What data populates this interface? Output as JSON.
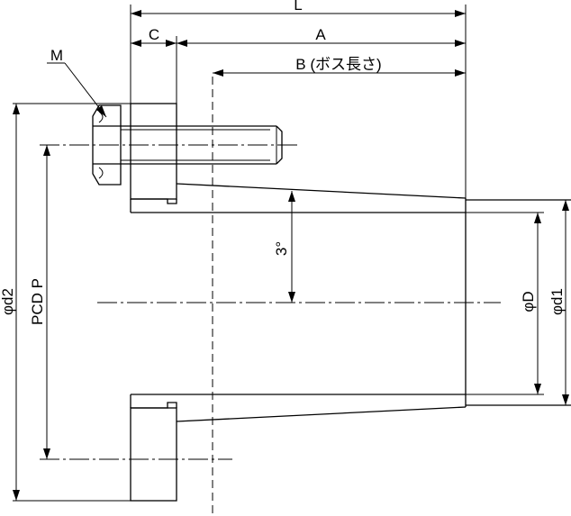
{
  "labels": {
    "L": "L",
    "C": "C",
    "A": "A",
    "B": "B (ボス長さ)",
    "M": "M",
    "d2": "φd2",
    "pcd": "PCD P",
    "angle": "3°",
    "D": "φD",
    "d1": "φd1"
  }
}
